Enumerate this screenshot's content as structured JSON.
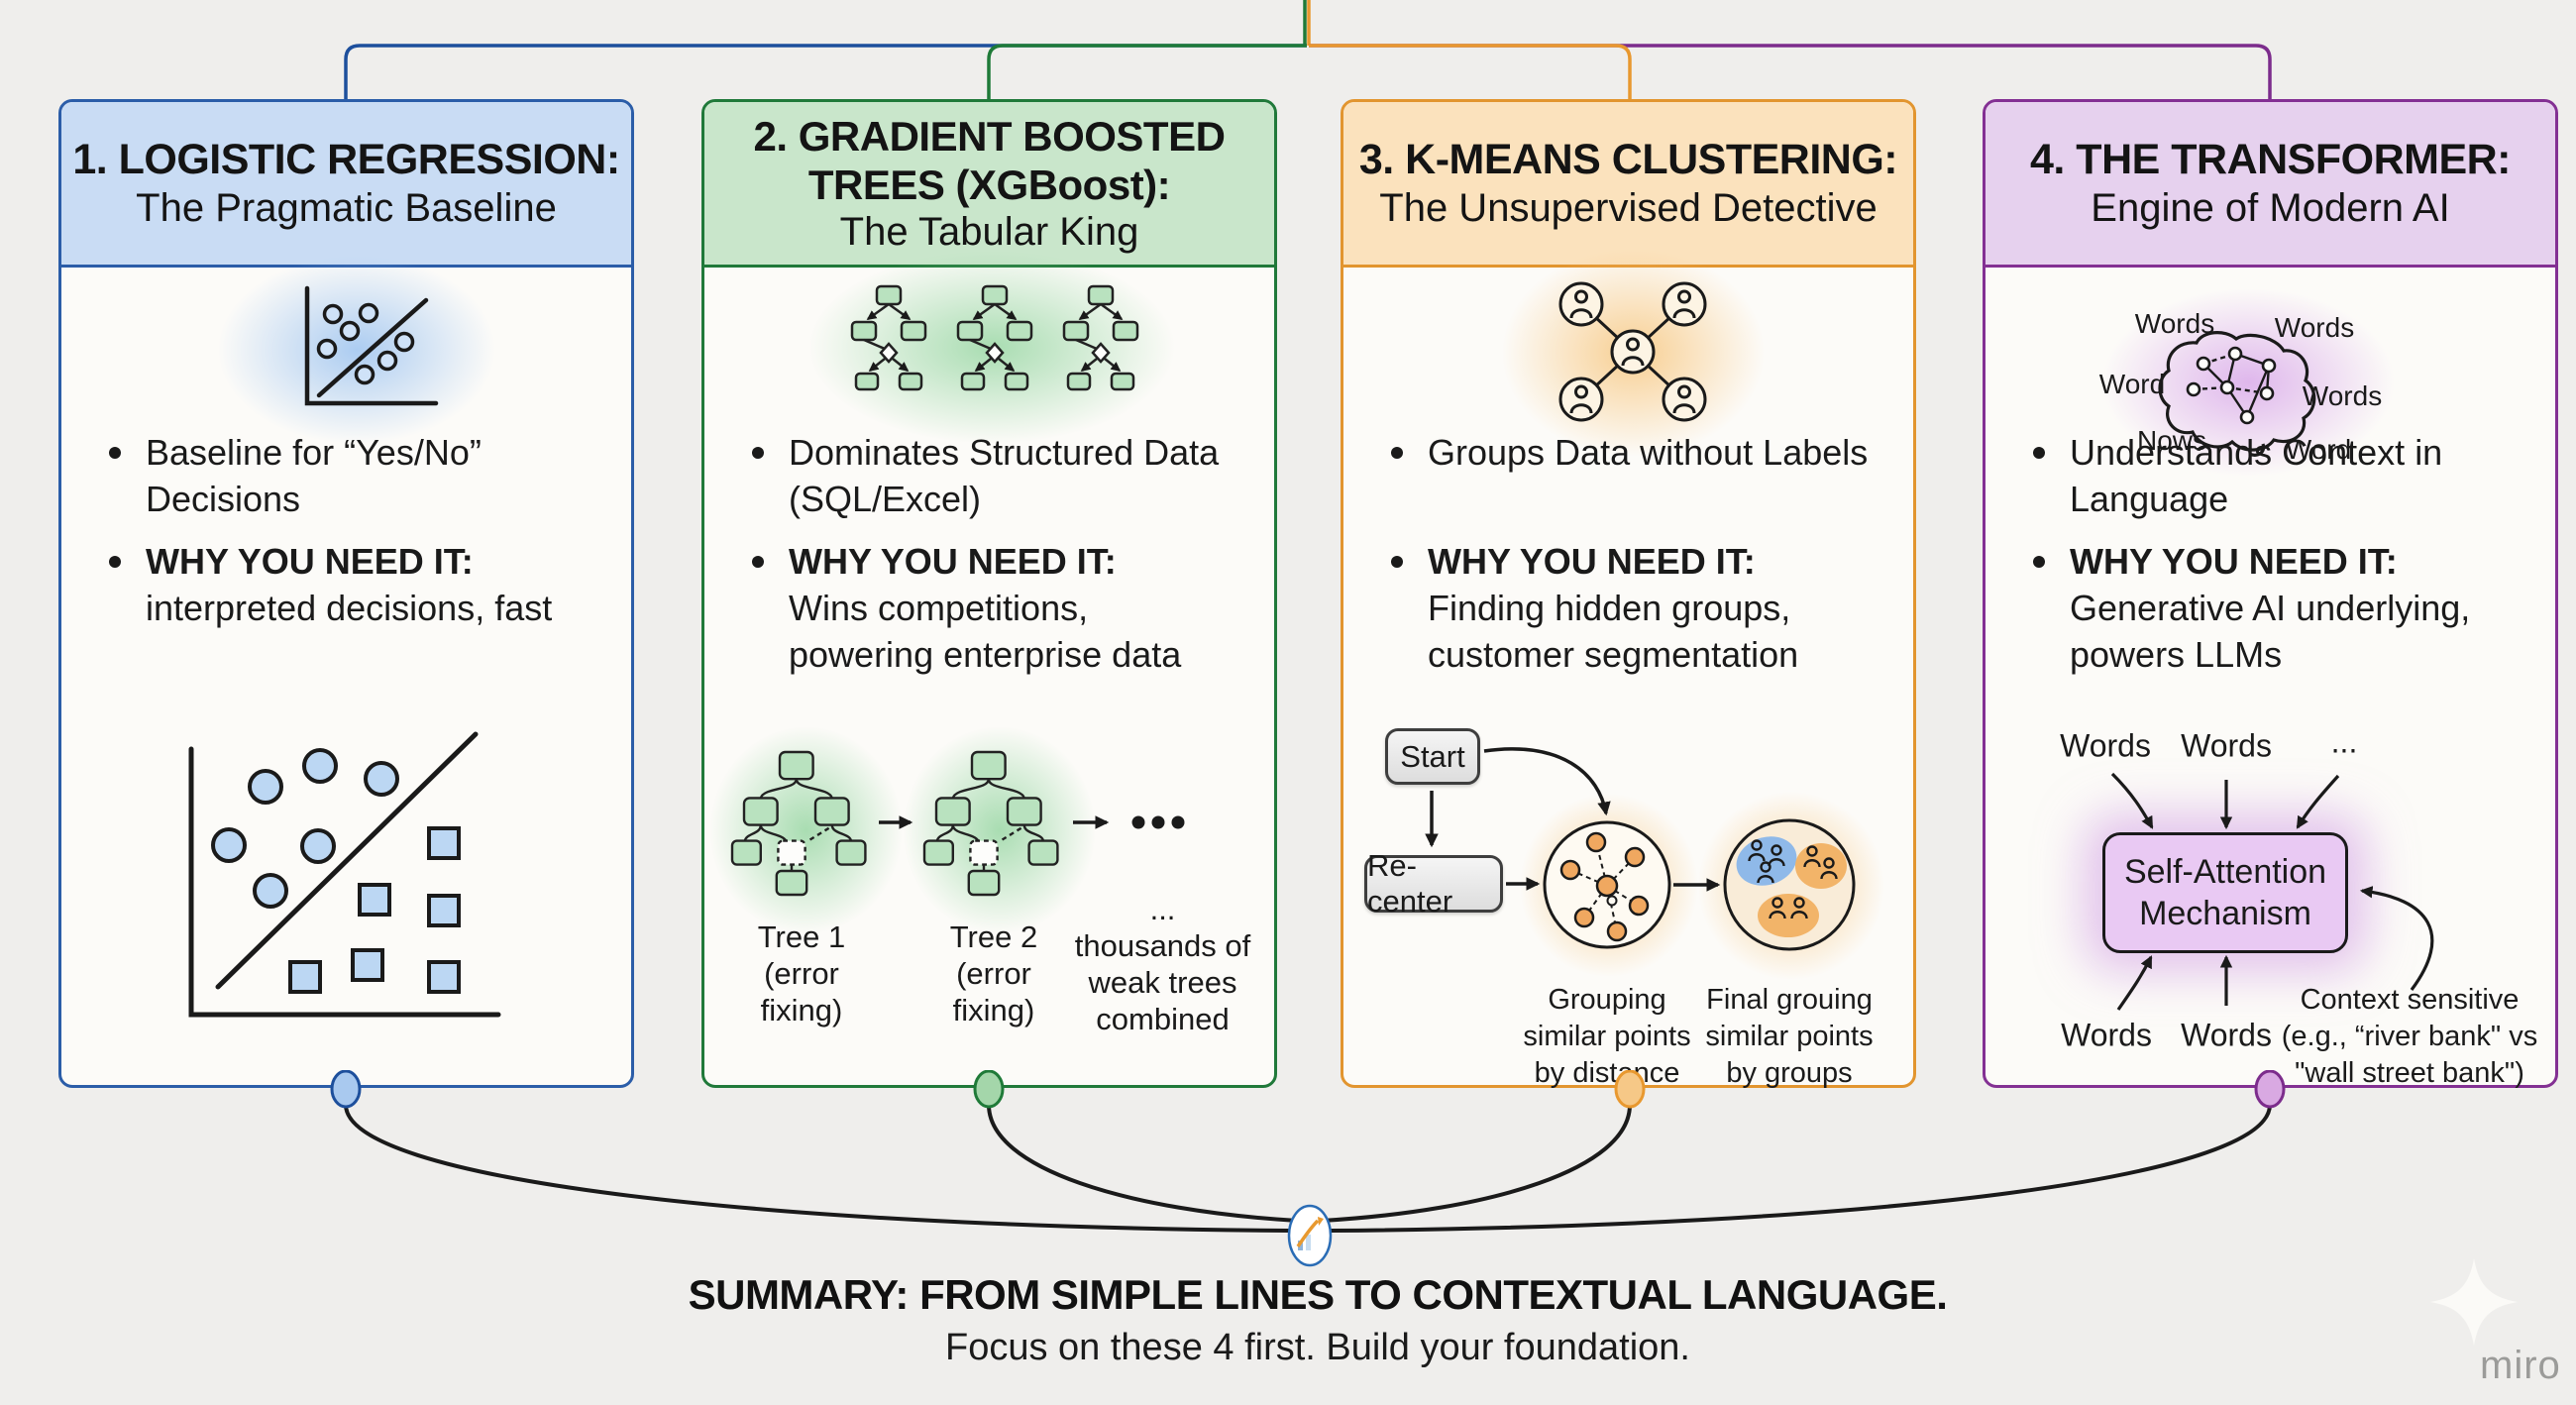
{
  "canvas": {
    "background": "#efeeec"
  },
  "colors": {
    "card1_accent": "#2b5da8",
    "card1_header_bg": "#c9dcf4",
    "card2_accent": "#20793a",
    "card2_header_bg": "#c9e6cb",
    "card3_accent": "#e2952f",
    "card3_header_bg": "#fbe2bd",
    "card4_accent": "#833093",
    "card4_header_bg": "#e6d1ee",
    "connector_line": "#1a1a1a"
  },
  "cards": [
    {
      "title": "1. LOGISTIC REGRESSION:",
      "subtitle": "The Pragmatic Baseline",
      "icon": "scatter-plot",
      "bullet1": [
        "Baseline for “Yes/No”",
        "Decisions"
      ],
      "bullet2_label": "WHY YOU NEED IT:",
      "bullet2": [
        "interpreted decisions, fast"
      ]
    },
    {
      "title_line1": "2. GRADIENT BOOSTED",
      "title_line2": "TREES (XGBoost):",
      "subtitle": "The Tabular King",
      "icon": "decision-trees",
      "bullet1": [
        "Dominates Structured Data",
        "(SQL/Excel)"
      ],
      "bullet2_label": "WHY YOU NEED IT:",
      "bullet2": [
        "Wins competitions,",
        "powering enterprise data"
      ],
      "diagram": {
        "tree1": "Tree 1",
        "tree1_sub": "(error fixing)",
        "tree2": "Tree 2",
        "tree2_sub": "(error fixing)",
        "dots": "...",
        "more1": "thousands of",
        "more2": "weak trees",
        "more3": "combined"
      }
    },
    {
      "title": "3. K-MEANS CLUSTERING:",
      "subtitle": "The Unsupervised Detective",
      "icon": "people-network",
      "bullet1": [
        "Groups Data without Labels"
      ],
      "bullet2_label": "WHY YOU NEED IT:",
      "bullet2": [
        "Finding hidden groups,",
        "customer segmentation"
      ],
      "diagram": {
        "start": "Start",
        "recenter": "Re-center",
        "label1": [
          "Grouping",
          "similar points",
          "by distance"
        ],
        "label2": [
          "Final grouing",
          "similar points",
          "by groups"
        ]
      }
    },
    {
      "title": "4. THE TRANSFORMER:",
      "subtitle": "Engine of Modern AI",
      "icon": "brain-network",
      "icon_words": {
        "top_left": "Words",
        "top_right": "Words",
        "left": "Word",
        "right": "Words",
        "bottom_left": "Nows",
        "bottom_right": "Word"
      },
      "bullet1": [
        "Understands Context in",
        "Language"
      ],
      "bullet2_label": "WHY YOU NEED IT:",
      "bullet2": [
        "Generative AI underlying,",
        "powers LLMs"
      ],
      "diagram": {
        "top_words": [
          "Words",
          "Words",
          "..."
        ],
        "box_line1": "Self-Attention",
        "box_line2": "Mechanism",
        "bottom_words": [
          "Words",
          "Words"
        ],
        "note": [
          "Context sensitive",
          "(e.g., “river bank\" vs",
          "\"wall street bank\")"
        ]
      }
    }
  ],
  "summary": {
    "title": "SUMMARY: FROM SIMPLE LINES TO CONTEXTUAL LANGUAGE.",
    "subtitle": "Focus on these 4 first. Build your foundation."
  },
  "watermark": "miro"
}
